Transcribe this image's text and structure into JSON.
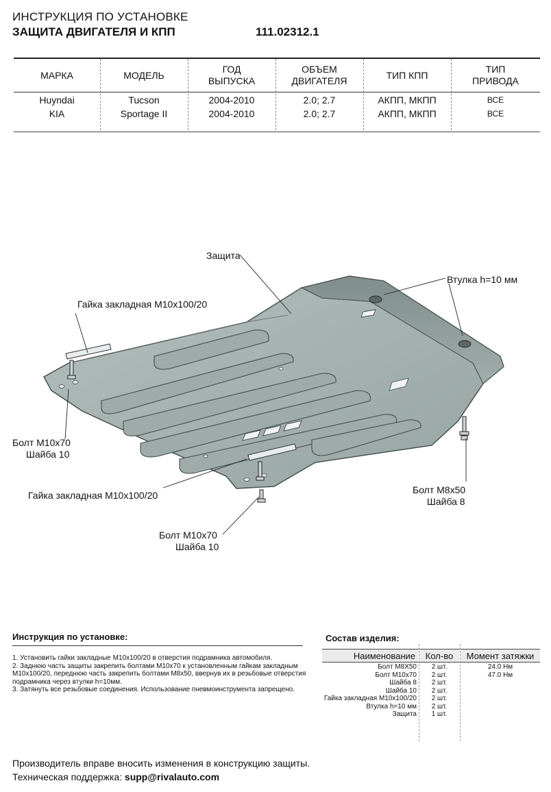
{
  "header": {
    "line1": "ИНСТРУКЦИЯ ПО УСТАНОВКЕ",
    "line2": "ЗАЩИТА ДВИГАТЕЛЯ И КПП",
    "code": "111.02312.1"
  },
  "spec_table": {
    "headers": [
      "МАРКА",
      "МОДЕЛЬ",
      "ГОД ВЫПУСКА",
      "ОБЪЕМ ДВИГАТЕЛЯ",
      "ТИП КПП",
      "ТИП ПРИВОДА"
    ],
    "headers_split": [
      [
        "МАРКА"
      ],
      [
        "МОДЕЛЬ"
      ],
      [
        "ГОД",
        "ВЫПУСКА"
      ],
      [
        "ОБЪЕМ",
        "ДВИГАТЕЛЯ"
      ],
      [
        "ТИП КПП"
      ],
      [
        "ТИП",
        "ПРИВОДА"
      ]
    ],
    "rows": [
      [
        "Huyndai",
        "Tucson",
        "2004-2010",
        "2.0; 2.7",
        "АКПП, МКПП",
        "ВСЕ"
      ],
      [
        "KIA",
        "Sportage II",
        "2004-2010",
        "2.0; 2.7",
        "АКПП, МКПП",
        "ВСЕ"
      ]
    ]
  },
  "drawing_labels": {
    "guard": "Защита",
    "bushing": "Втулка h=10 мм",
    "nut_top": "Гайка закладная М10х100/20",
    "bolt_left_1": "Болт М10х70",
    "bolt_left_2": "Шайба 10",
    "nut_bottom": "Гайка закладная М10х100/20",
    "bolt_m8_1": "Болт М8х50",
    "bolt_m8_2": "Шайба 8",
    "bolt_bottom_1": "Болт М10х70",
    "bolt_bottom_2": "Шайба 10"
  },
  "instructions": {
    "title": "Инструкция по установке:",
    "steps": [
      "1. Установить гайки закладные М10х100/20 в отверстия подрамника автомобиля.",
      "2. Заднюю часть защиты закрепить болтами М10х70 к установленным гайкам закладным М10х100/20, переднюю часть закрепить болтами М8х50, ввернув их в резьбовые отверстия подрамника через втулки h=10мм.",
      "3. Затянуть все резьбовые соединения. Использование пневмоинструмента запрещено."
    ]
  },
  "parts": {
    "title": "Состав изделия:",
    "headers": [
      "Наименование",
      "Кол-во",
      "Момент затяжки"
    ],
    "rows": [
      [
        "Болт М8Х50",
        "2 шт.",
        "24.0 Нм"
      ],
      [
        "Болт М10х70",
        "2 шт.",
        "47.0 Нм"
      ],
      [
        "Шайба 8",
        "2 шт.",
        ""
      ],
      [
        "Шайба 10",
        "2 шт.",
        ""
      ],
      [
        "Гайка закладная М10х100/20",
        "2 шт.",
        ""
      ],
      [
        "Втулка h=10 мм",
        "2 шт.",
        ""
      ],
      [
        "Защита",
        "1 шт.",
        ""
      ]
    ]
  },
  "footer": {
    "line1": "Производитель вправе вносить изменения в конструкцию защиты.",
    "support_label": "Техническая поддержка:",
    "support_email": "supp@rivalauto.com"
  },
  "colors": {
    "plate": "#a6b3b1",
    "plate_dark": "#8f9d9b",
    "plate_edge": "#3f4a49"
  }
}
